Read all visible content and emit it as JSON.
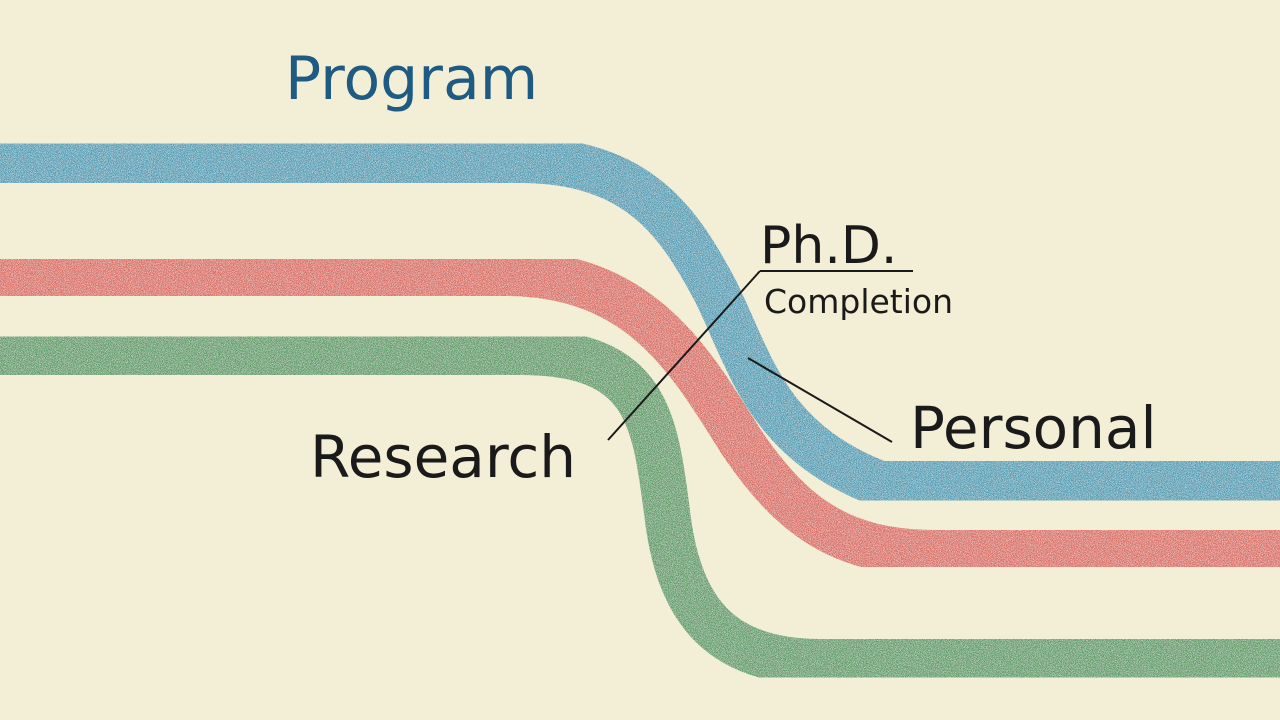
{
  "colors": {
    "background": "#f3efd6",
    "blue_band": "#4a9bb3",
    "red_band": "#d9695d",
    "green_band": "#5a9a62",
    "title_text": "#1f5a82",
    "label_text": "#1a1a1a",
    "leader_line": "#1a1a1a"
  },
  "labels": {
    "program": "Program",
    "phd": "Ph.D.",
    "completion": "Completion",
    "personal": "Personal",
    "research": "Research"
  }
}
